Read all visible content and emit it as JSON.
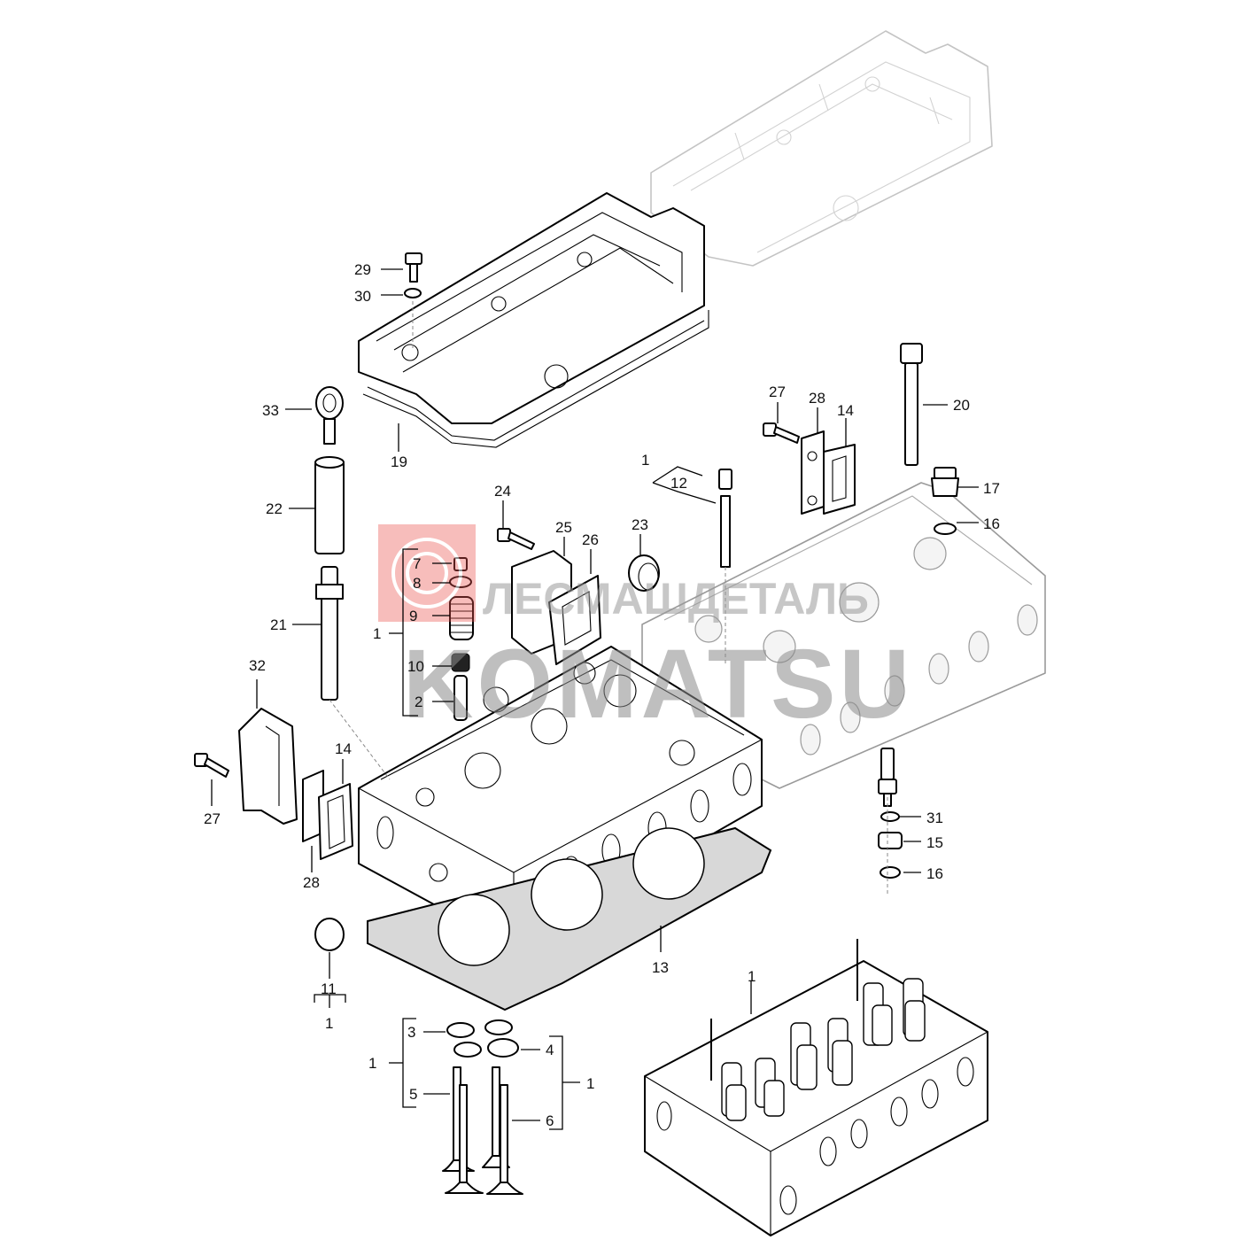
{
  "watermark": {
    "brand_cyrillic": "ЛЕСМАШДЕТАЛЬ",
    "brand_latin": "KOMATSU",
    "logo_color": "#e8534f"
  },
  "callouts": {
    "c1_a": "1",
    "c1_b": "1",
    "c1_c": "1",
    "c1_d": "1",
    "c1_e": "1",
    "c1_f": "1",
    "c2": "2",
    "c3": "3",
    "c4": "4",
    "c5": "5",
    "c6": "6",
    "c7": "7",
    "c8": "8",
    "c9": "9",
    "c10": "10",
    "c11": "11",
    "c12": "12",
    "c13": "13",
    "c14_a": "14",
    "c14_b": "14",
    "c15": "15",
    "c16_a": "16",
    "c16_b": "16",
    "c17": "17",
    "c19": "19",
    "c20": "20",
    "c21": "21",
    "c22": "22",
    "c23": "23",
    "c24": "24",
    "c25": "25",
    "c26": "26",
    "c27_a": "27",
    "c27_b": "27",
    "c28_a": "28",
    "c28_b": "28",
    "c29": "29",
    "c30": "30",
    "c31": "31",
    "c32": "32",
    "c33": "33"
  }
}
